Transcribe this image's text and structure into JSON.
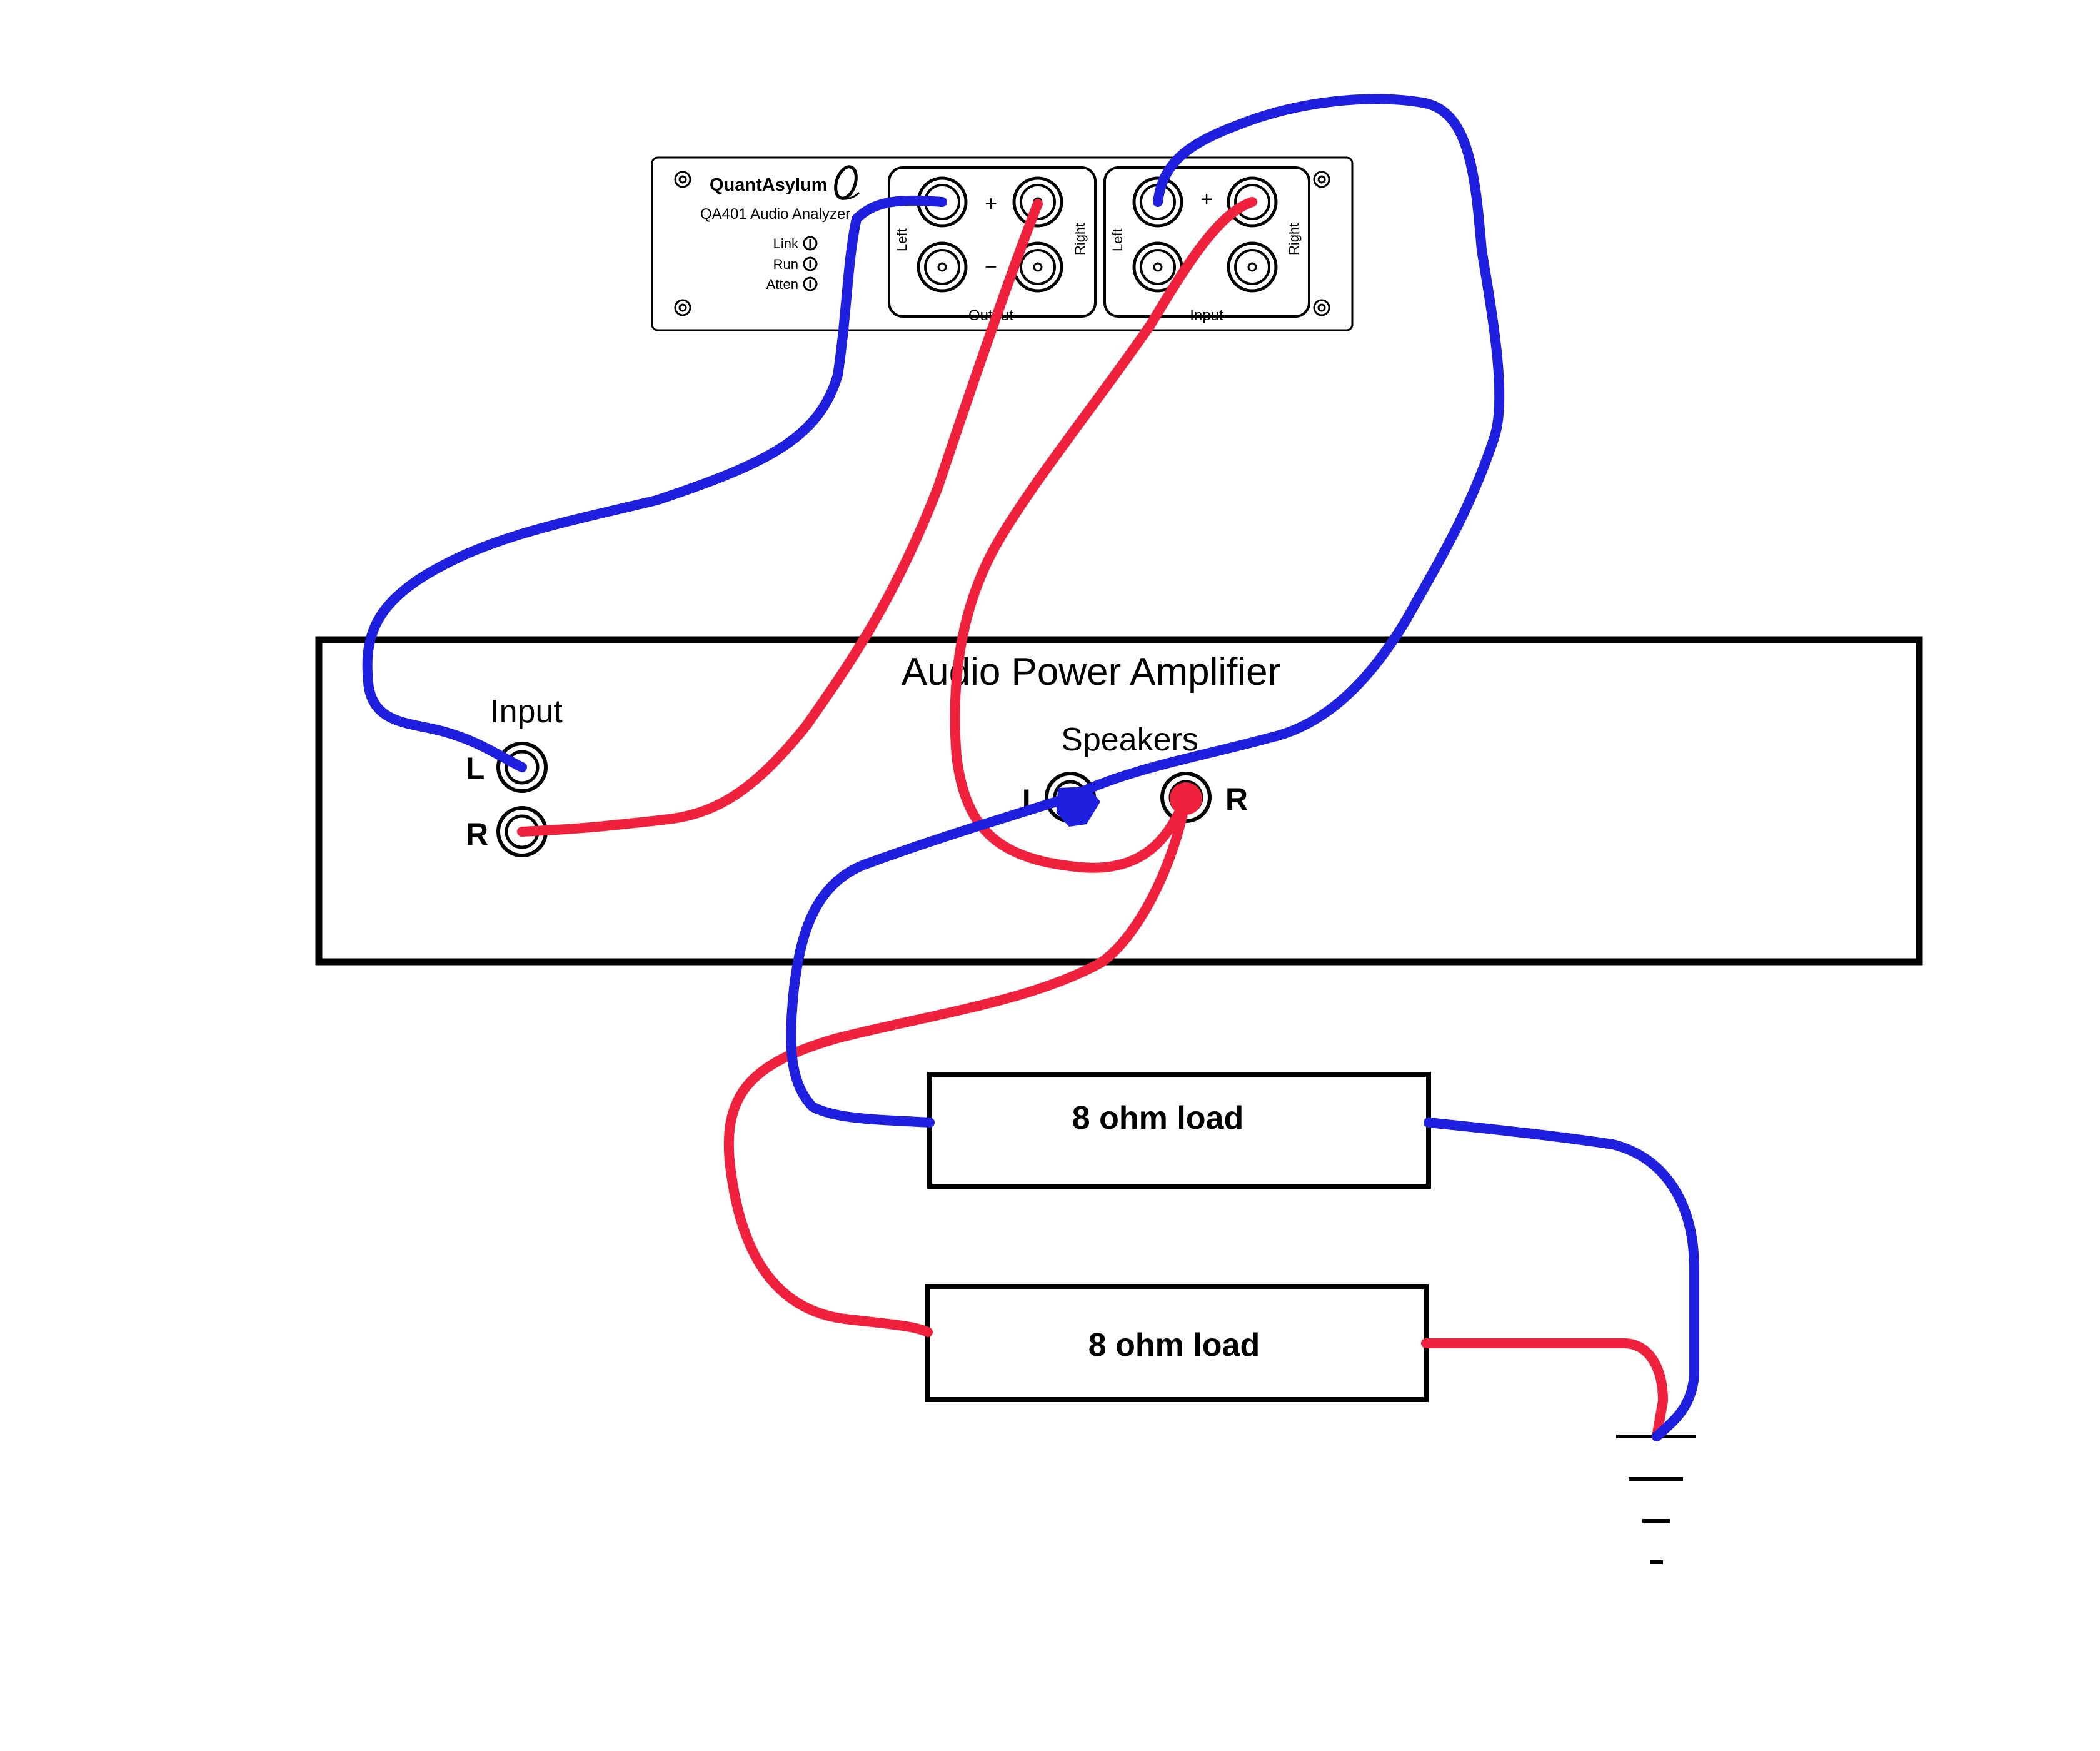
{
  "colors": {
    "wire_blue": "#1f1fe0",
    "wire_red": "#f0213c",
    "outline": "#000000",
    "background": "#ffffff"
  },
  "analyzer": {
    "brand": "QuantAsylum",
    "model": "QA401 Audio Analyzer",
    "indicators": [
      "Link",
      "Run",
      "Atten"
    ],
    "output_label": "Output",
    "input_label": "Input",
    "left_label": "Left",
    "right_label": "Right",
    "plus_sign": "+",
    "minus_sign": "−",
    "logo_icon": "quantasylum-logo-icon"
  },
  "amplifier": {
    "title": "Audio Power Amplifier",
    "input_label": "Input",
    "input_left": "L",
    "input_right": "R",
    "speakers_label": "Speakers",
    "speakers_left": "L",
    "speakers_right": "R"
  },
  "loads": [
    {
      "label": "8 ohm load"
    },
    {
      "label": "8 ohm load"
    }
  ],
  "ground": {
    "icon": "ground-symbol-icon"
  }
}
